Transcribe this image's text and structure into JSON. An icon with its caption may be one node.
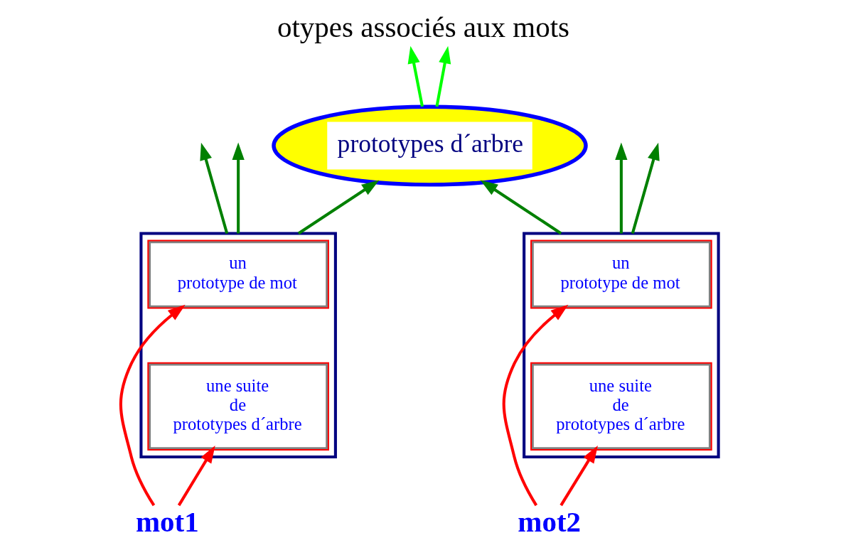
{
  "diagram": {
    "title": "otypes associés aux mots",
    "nodes": [
      {
        "text": [
          "prototypes d´arbre"
        ]
      },
      {
        "text": [],
        "shape": "box"
      },
      {
        "text": [
          "un prototype de mot"
        ],
        "in": 1
      },
      {
        "text": [
          "une suite de prototypes d´arbre"
        ],
        "in": 1
      },
      {
        "text": [],
        "shape": "box"
      },
      {
        "text": [
          "un prototype de mot"
        ],
        "in": 4
      },
      {
        "text": [
          "une suite de prototypes d´arbre"
        ],
        "in": 4
      },
      {
        "text": [
          "mot1"
        ]
      },
      {
        "text": [
          "mot2"
        ]
      }
    ],
    "edges": [
      {
        "from": 0,
        "to": null,
        "arrow": "to",
        "color": "#00ff00"
      },
      {
        "from": 0,
        "to": null,
        "arrow": "to",
        "color": "#00ff00"
      },
      {
        "from": 1,
        "to": null,
        "arrow": "to"
      },
      {
        "from": 1,
        "to": null,
        "arrow": "to"
      },
      {
        "from": 1,
        "to": 0,
        "arrow": "to"
      },
      {
        "from": 4,
        "to": 0,
        "arrow": "to"
      },
      {
        "from": 4,
        "to": null,
        "arrow": "to"
      },
      {
        "from": 4,
        "to": null,
        "arrow": "to"
      },
      {
        "from": 7,
        "to": 2,
        "arrow": "to",
        "color": "#ff0000"
      },
      {
        "from": 7,
        "to": 3,
        "arrow": "to",
        "color": "#ff0000"
      },
      {
        "from": 8,
        "to": 5,
        "arrow": "to",
        "color": "#ff0000"
      },
      {
        "from": 8,
        "to": 6,
        "arrow": "to",
        "color": "#ff0000"
      }
    ]
  }
}
